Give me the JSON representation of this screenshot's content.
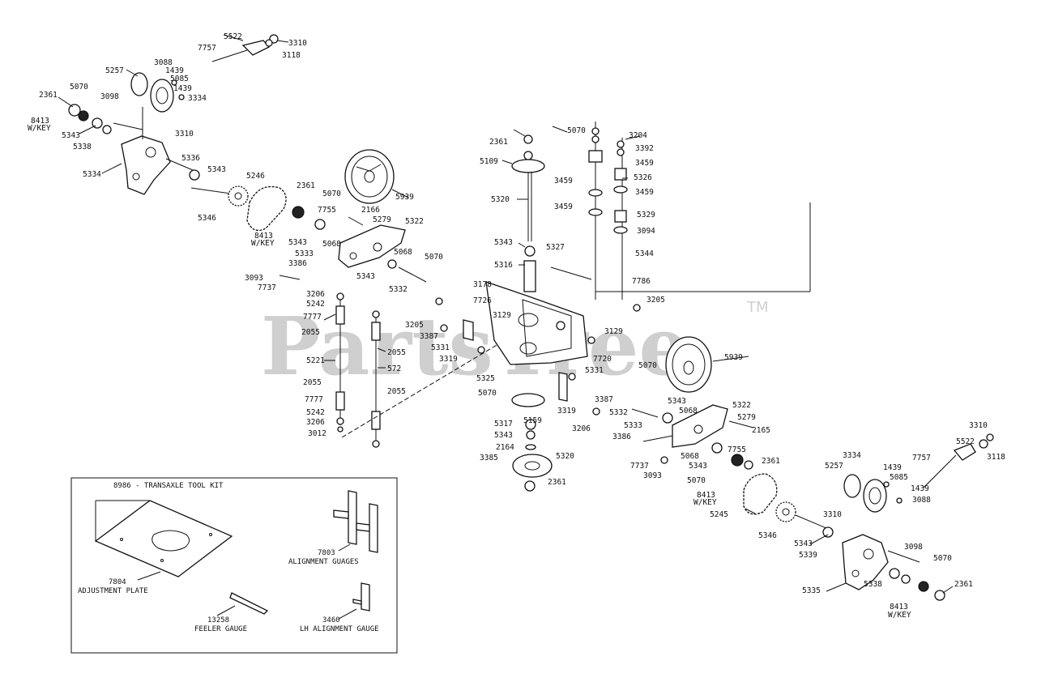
{
  "watermark": {
    "text": "PartsTree",
    "tm": "TM"
  },
  "kit": {
    "title": "8986 - TRANSAXLE TOOL KIT",
    "plate_part": "7804",
    "plate_name": "ADJUSTMENT PLATE",
    "guage_part": "7803",
    "guage_name": "ALIGNMENT GUAGES",
    "feeler_part": "13258",
    "feeler_name": "FEELER GAUGE",
    "lh_part": "3460",
    "lh_name": "LH ALIGNMENT GAUGE"
  },
  "labels": {
    "l_5522": "5522",
    "l_3310": "3310",
    "l_7757": "7757",
    "l_3118": "3118",
    "l_5257": "5257",
    "l_3088": "3088",
    "l_1439a": "1439",
    "l_5085": "5085",
    "l_1439b": "1439",
    "l_3334": "3334",
    "l_2361": "2361",
    "l_5070": "5070",
    "l_3098": "3098",
    "l_8413": "8413",
    "l_wkey": "W/KEY",
    "l_5343": "5343",
    "l_5338": "5338",
    "l_3310b": "3310",
    "l_5336": "5336",
    "l_5343b": "5343",
    "l_5334": "5334",
    "l_5246": "5246",
    "l_5939": "5939",
    "l_2361b": "2361",
    "l_5070b": "5070",
    "l_5346": "5346",
    "l_2166": "2166",
    "l_7755": "7755",
    "l_5279": "5279",
    "l_5322": "5322",
    "l_8413b": "8413",
    "l_wkeyb": "W/KEY",
    "l_5343c": "5343",
    "l_5068": "5068",
    "l_5333": "5333",
    "l_3386": "3386",
    "l_5068b": "5068",
    "l_5070c": "5070",
    "l_3093": "3093",
    "l_7737": "7737",
    "l_5343d": "5343",
    "l_5332": "5332",
    "l_3206": "3206",
    "l_5242": "5242",
    "l_7777": "7777",
    "l_2055": "2055",
    "l_5221": "5221",
    "l_2055b": "2055",
    "l_572": "572",
    "l_2055c": "2055",
    "l_2055d": "2055",
    "l_7777b": "7777",
    "l_5242b": "5242",
    "l_3206b": "3206",
    "l_3012": "3012",
    "l_2361c": "2361",
    "l_5070d": "5070",
    "l_5109": "5109",
    "l_5320": "5320",
    "l_5343e": "5343",
    "l_5316": "5316",
    "l_5327": "5327",
    "l_3459": "3459",
    "l_3459b": "3459",
    "l_3204": "3204",
    "l_3392": "3392",
    "l_3459c": "3459",
    "l_5326": "5326",
    "l_3459d": "3459",
    "l_5329": "5329",
    "l_3094": "3094",
    "l_5344": "5344",
    "l_7786": "7786",
    "l_3205": "3205",
    "l_3178": "3178",
    "l_7726": "7726",
    "l_3129": "3129",
    "l_3205b": "3205",
    "l_3387": "3387",
    "l_5331": "5331",
    "l_3319": "3319",
    "l_3129b": "3129",
    "l_7720": "7720",
    "l_5325": "5325",
    "l_5331b": "5331",
    "l_5070e": "5070",
    "l_3319b": "3319",
    "l_3387b": "3387",
    "l_5159": "5159",
    "l_3206c": "3206",
    "l_5317": "5317",
    "l_5343f": "5343",
    "l_2164": "2164",
    "l_3385": "3385",
    "l_5320b": "5320",
    "l_2361d": "2361",
    "l_5939b": "5939",
    "l_5070f": "5070",
    "l_5343g": "5343",
    "l_5068c": "5068",
    "l_5322b": "5322",
    "l_5279b": "5279",
    "l_2165": "2165",
    "l_5332b": "5332",
    "l_5333b": "5333",
    "l_3386b": "3386",
    "l_5068d": "5068",
    "l_7755b": "7755",
    "l_7737b": "7737",
    "l_5343h": "5343",
    "l_3093b": "3093",
    "l_5070g": "5070",
    "l_2361e": "2361",
    "l_8413c": "8413",
    "l_wkeyc": "W/KEY",
    "l_5245": "5245",
    "l_3310c": "3310",
    "l_5522b": "5522",
    "l_7757b": "7757",
    "l_3118b": "3118",
    "l_3334b": "3334",
    "l_5257b": "5257",
    "l_1439c": "1439",
    "l_5085b": "5085",
    "l_1439d": "1439",
    "l_3088b": "3088",
    "l_5346b": "5346",
    "l_3310d": "3310",
    "l_5343i": "5343",
    "l_5339": "5339",
    "l_3098b": "3098",
    "l_5070h": "5070",
    "l_5335": "5335",
    "l_5338b": "5338",
    "l_2361f": "2361",
    "l_8413d": "8413",
    "l_wkeyd": "W/KEY"
  }
}
